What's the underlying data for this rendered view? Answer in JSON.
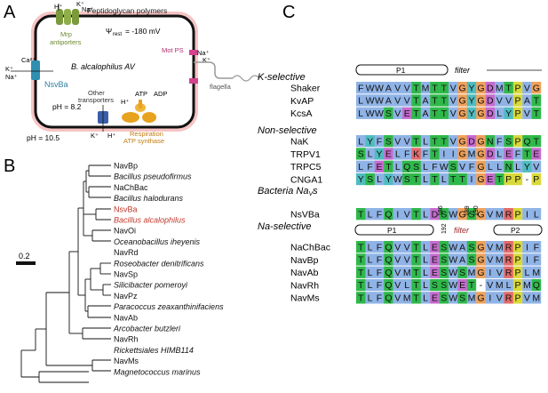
{
  "panel_a": {
    "letter": "A",
    "bacterium": "B. alcalophilus AV",
    "peptidoglycan": "Peptidoglycan polymers",
    "potential": "Ψ",
    "potential_sub": "rest",
    "potential_value": " = -180 mV",
    "mrp_label": "Mrp",
    "mrp_label2": "antiporters",
    "mrp_ion1": "H⁺",
    "mrp_ion2": "K⁺",
    "mrp_ion3": "Na⁺",
    "motps_label": "Mot PS",
    "motps_ion1": "Na⁺",
    "motps_ion2": "K⁺",
    "flagella_label": "flagella",
    "nsvba_label": "NsvBa",
    "nsvba_ion1": "Ca²⁺",
    "nsvba_ion2": "K⁺",
    "nsvba_ion3": "Na⁺",
    "other_label": "Other",
    "other_label2": "transporters",
    "other_ion1": "K⁺",
    "other_ion2": "H⁺",
    "atp_label": "ATP",
    "adp_label": "ADP",
    "atp_h": "H⁺",
    "resp_label": "Respiration",
    "resp_label2": "ATP synthase",
    "ph_in": "pH = 8.2",
    "ph_out": "pH = 10.5",
    "colors": {
      "membrane_glow": "#f4b6b6",
      "mrp": "#7a9a3c",
      "motps": "#d6418d",
      "nsvba": "#2f8fb0",
      "other": "#3a5fa8",
      "atp": "#e7a21f"
    }
  },
  "panel_b": {
    "letter": "B",
    "scale_label": "0.2",
    "leaves": [
      {
        "text": "NavBp",
        "italic": false,
        "red": false
      },
      {
        "text": "Bacillus pseudofirmus",
        "italic": true,
        "red": false
      },
      {
        "text": "NaChBac",
        "italic": false,
        "red": false
      },
      {
        "text": "Bacillus halodurans",
        "italic": true,
        "red": false
      },
      {
        "text": "NsvBa",
        "italic": false,
        "red": true
      },
      {
        "text": "Bacillus alcalophilus",
        "italic": true,
        "red": true
      },
      {
        "text": "NavOi",
        "italic": false,
        "red": false
      },
      {
        "text": "Oceanobacillus iheyenis",
        "italic": true,
        "red": false
      },
      {
        "text": "NavRd",
        "italic": false,
        "red": false
      },
      {
        "text": "Roseobacter denitrificans",
        "italic": true,
        "red": false
      },
      {
        "text": "NavSp",
        "italic": false,
        "red": false
      },
      {
        "text": "Silicibacter pomeroyi",
        "italic": true,
        "red": false
      },
      {
        "text": "NavPz",
        "italic": false,
        "red": false
      },
      {
        "text": "Paracoccus zeaxanthinifaciens",
        "italic": true,
        "red": false
      },
      {
        "text": "NavAb",
        "italic": false,
        "red": false
      },
      {
        "text": "Arcobacter butzleri",
        "italic": true,
        "red": false
      },
      {
        "text": "NavRh",
        "italic": false,
        "red": false
      },
      {
        "text": "Rickettsiales HIMB114",
        "italic": true,
        "red": false
      },
      {
        "text": "NavMs",
        "italic": false,
        "red": false
      },
      {
        "text": "Magnetococcus marinus",
        "italic": true,
        "red": false
      }
    ],
    "red_color": "#c0392b"
  },
  "panel_c": {
    "letter": "C",
    "p1_label": "P1",
    "filter_label": "filter",
    "p2_label": "P2",
    "res_186": "186",
    "res_189": "189",
    "res_190": "190",
    "res_192": "192",
    "groups": [
      {
        "title": "K-selective",
        "rows": [
          {
            "name": "Shaker",
            "seq": "FWWAVVTMTTVGYGDMTPVG"
          },
          {
            "name": "KvAP",
            "seq": "LWWAVVTATTVGYGDVVPAT"
          },
          {
            "name": "KcsA",
            "seq": "LWWSVETATTVGYGDLYPVT"
          }
        ]
      },
      {
        "title": "Non-selective",
        "rows": [
          {
            "name": "NaK",
            "seq": "LYFSVVTLTTVGDGNFSPQT"
          },
          {
            "name": "TRPV1",
            "seq": "SLYELFKFTIIGMGDLEFTE"
          },
          {
            "name": "TRPC5",
            "seq": "LFETLQSLFWSVFGLLNLYV"
          },
          {
            "name": "CNGA1",
            "seq": "YSLYWSTLTLTTIGETPP-P"
          }
        ]
      },
      {
        "title": "Bacteria Na",
        "title_sub": "V",
        "title_end": "s",
        "rows": [
          {
            "name": "NsVBa",
            "seq": "TLFQIVTLDSWGSGVMRPIL"
          }
        ]
      },
      {
        "title": "Na-selective",
        "rows": [
          {
            "name": "NaChBac",
            "seq": "TLFQVVTLESWASGVMRPIF"
          },
          {
            "name": "NavBp",
            "seq": "TLFQVVTLESWASGVMRPIF"
          },
          {
            "name": "NavAb",
            "seq": "TLFQVMTLESWSMGIVRPLM"
          },
          {
            "name": "NavRh",
            "seq": "TLFQVLTLSSWET-VMLPMQ"
          },
          {
            "name": "NavMs",
            "seq": "TLFQVMTLESWSMGIVRPVM"
          }
        ]
      }
    ],
    "residue_colors": {
      "A": "#8fb3e6",
      "V": "#8fb3e6",
      "I": "#8fb3e6",
      "L": "#8fb3e6",
      "M": "#8fb3e6",
      "F": "#8fb3e6",
      "W": "#8fb3e6",
      "C": "#8fb3e6",
      "T": "#2fb84a",
      "S": "#2fb84a",
      "N": "#2fb84a",
      "Q": "#2fb84a",
      "G": "#f0a15a",
      "P": "#d9d93a",
      "Y": "#4fbcc0",
      "H": "#4fbcc0",
      "D": "#c66bd0",
      "E": "#c66bd0",
      "K": "#e46a6a",
      "R": "#e46a6a",
      "-": "#ffffff"
    }
  }
}
